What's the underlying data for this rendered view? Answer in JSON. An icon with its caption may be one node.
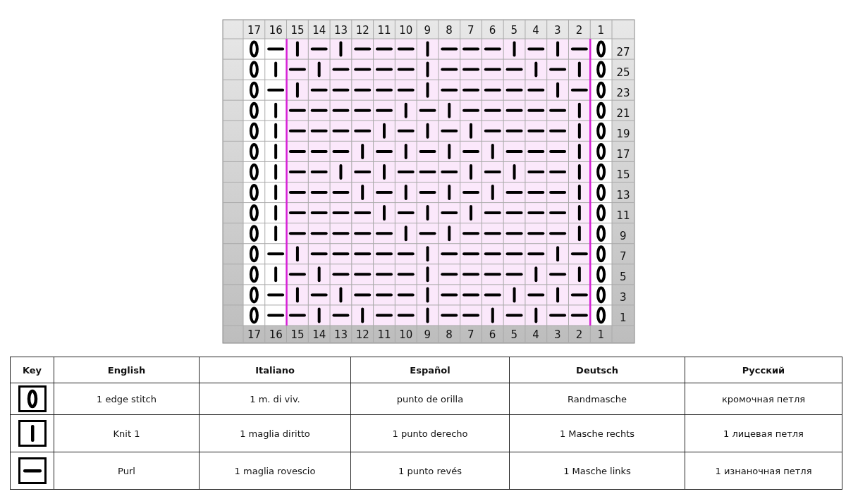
{
  "diagram": {
    "labels": [
      "17",
      "16",
      "15",
      "14",
      "13",
      "12",
      "11",
      "10",
      "9",
      "8",
      "7",
      "6",
      "5",
      "4",
      "3",
      "2",
      "1",
      "27",
      "25",
      "23",
      "21",
      "19",
      "17",
      "15",
      "13",
      "11",
      "9",
      "7",
      "5",
      "3",
      "1",
      "17",
      "16",
      "15",
      "14",
      "13",
      "12",
      "11",
      "10",
      "9",
      "8",
      "7",
      "6",
      "5",
      "4",
      "3",
      "2",
      "1",
      "Key",
      "English",
      "Italiano",
      "Español",
      "Deutsch",
      "Русский",
      "1 edge stitch",
      "1 m. di viv.",
      "punto de orilla",
      "Randmasche",
      "кромочная петля",
      "Knit 1",
      "1 maglia diritto",
      "1 punto derecho",
      "1 Masche rechts",
      "1 лицевая петля",
      "Purl",
      "1 maglia rovescio",
      "1 punto revés",
      "1 Masche links",
      "1 изнаночная петля"
    ]
  }
}
